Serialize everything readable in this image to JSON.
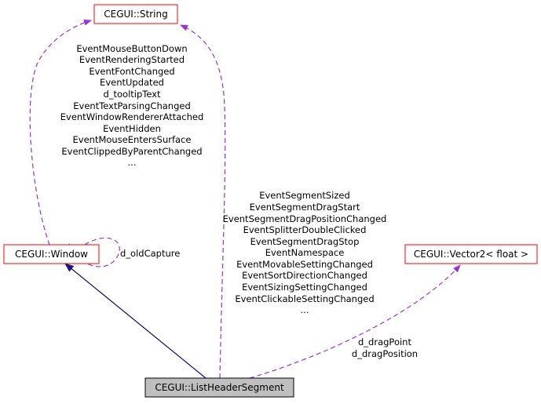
{
  "nodes": {
    "string": "CEGUI::String",
    "window": "CEGUI::Window",
    "vector2": "CEGUI::Vector2< float >",
    "list_header_segment": "CEGUI::ListHeaderSegment"
  },
  "edge_labels": {
    "window_to_string": [
      "EventMouseButtonDown",
      "EventRenderingStarted",
      "EventFontChanged",
      "EventUpdated",
      "d_tooltipText",
      "EventTextParsingChanged",
      "EventWindowRendererAttached",
      "EventHidden",
      "EventMouseEntersSurface",
      "EventClippedByParentChanged",
      "..."
    ],
    "window_self": "d_oldCapture",
    "segment_to_string": [
      "EventSegmentSized",
      "EventSegmentDragStart",
      "EventSegmentDragPositionChanged",
      "EventSplitterDoubleClicked",
      "EventSegmentDragStop",
      "EventNamespace",
      "EventMovableSettingChanged",
      "EventSortDirectionChanged",
      "EventSizingSettingChanged",
      "EventClickableSettingChanged",
      "..."
    ],
    "segment_to_vector2": [
      "d_dragPoint",
      "d_dragPosition"
    ]
  },
  "colors": {
    "node_border": "#ff0000",
    "focus_fill": "#bfbfbf",
    "focus_border": "#000000",
    "inheritance_edge": "#191970",
    "usage_edge": "#9a32cd"
  }
}
